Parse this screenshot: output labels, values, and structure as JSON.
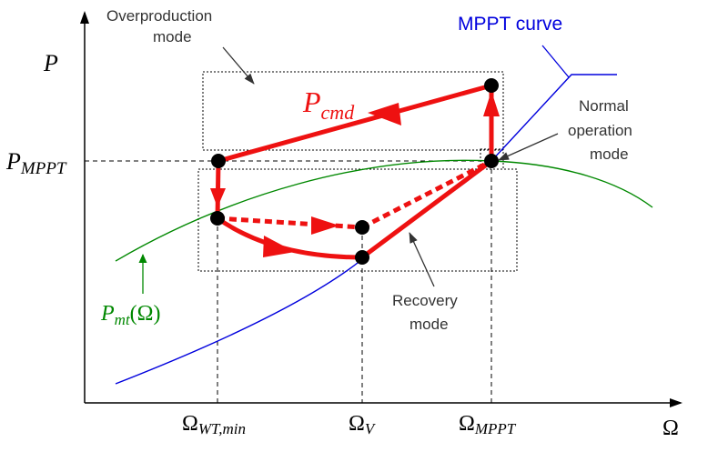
{
  "axes": {
    "y_symbol": "P",
    "x_symbol": "Ω",
    "p_mppt_main": "P",
    "p_mppt_sub": "MPPT",
    "x_ticks": [
      {
        "main": "Ω",
        "sub": "WT,min"
      },
      {
        "main": "Ω",
        "sub": "V"
      },
      {
        "main": "Ω",
        "sub": "MPPT"
      }
    ]
  },
  "labels": {
    "mppt_curve": "MPPT curve",
    "p_cmd_main": "P",
    "p_cmd_sub": "cmd",
    "pmt_main": "P",
    "pmt_sub": "mt",
    "pmt_arg": "(Ω)",
    "overproduction_line1": "Overproduction",
    "overproduction_line2": "mode",
    "normal_line1": "Normal",
    "normal_line2": "operation",
    "normal_line3": "mode",
    "recovery_line1": "Recovery",
    "recovery_line2": "mode"
  },
  "colors": {
    "command_path": "#ee1111",
    "mppt_curve": "#0000dd",
    "mechanical_power_curve": "#008800",
    "axes": "#000000",
    "annotation": "#333333"
  }
}
